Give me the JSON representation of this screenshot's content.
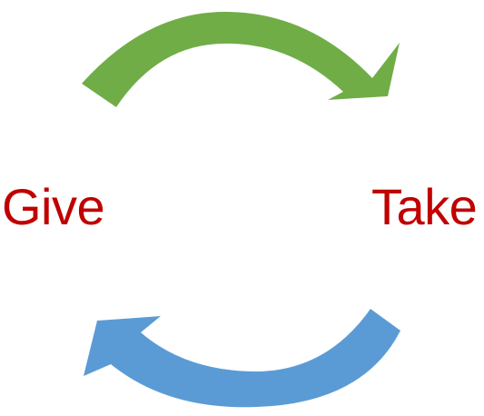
{
  "labels": {
    "left": "Give",
    "right": "Take"
  },
  "arrows": {
    "top": {
      "icon": "curved-arrow-clockwise-top",
      "color": "#70AD47",
      "direction": "left-to-right"
    },
    "bottom": {
      "icon": "curved-arrow-clockwise-bottom",
      "color": "#5B9BD5",
      "direction": "right-to-left"
    }
  },
  "colors": {
    "text": "#C00000",
    "background": "#FFFFFF"
  }
}
